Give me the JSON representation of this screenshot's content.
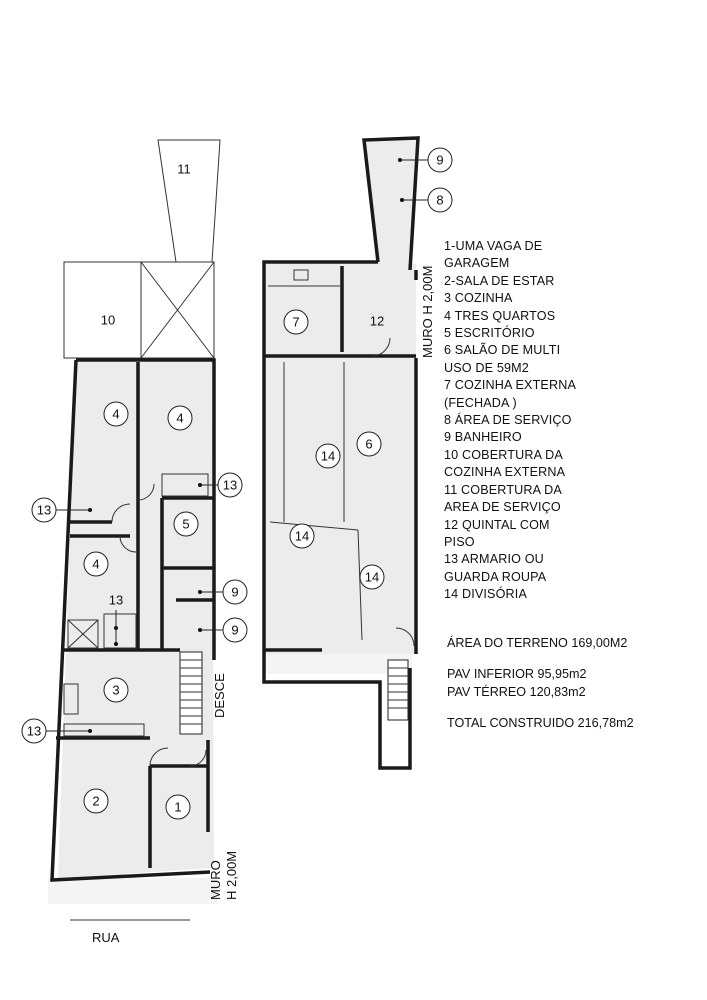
{
  "legend": [
    "1-UMA VAGA DE",
    "GARAGEM",
    "2-SALA DE ESTAR",
    "3 COZINHA",
    "4 TRES QUARTOS",
    "5 ESCRITÓRIO",
    "6 SALÃO DE MULTI",
    "USO DE 59M2",
    "7 COZINHA EXTERNA",
    "(FECHADA )",
    "8 ÁREA DE SERVIÇO",
    "9 BANHEIRO",
    "10 COBERTURA DA",
    "COZINHA EXTERNA",
    "11 COBERTURA DA",
    "AREA DE SERVIÇO",
    "12 QUINTAL COM",
    "PISO",
    "13 ARMARIO OU",
    "GUARDA ROUPA",
    "14 DIVISÓRIA"
  ],
  "areas": {
    "terreno": "ÁREA DO TERRENO 169,00M2",
    "inferior": "PAV INFERIOR 95,95m2",
    "terreo": "PAV TÉRREO 120,83m2",
    "total": "TOTAL CONSTRUIDO 216,78m2"
  },
  "labels": {
    "rua": "RUA",
    "desce": "DESCE",
    "muro_left_1": "MURO",
    "muro_left_2": "H 2,00M",
    "muro_right": "MURO H 2,00M"
  },
  "rooms": {
    "r1": "1",
    "r2": "2",
    "r3": "3",
    "r4a": "4",
    "r4b": "4",
    "r4c": "4",
    "r5": "5",
    "r10": "10",
    "r11": "11",
    "r13a": "13",
    "r13b": "13",
    "r13c": "13",
    "r13d": "13",
    "r9a": "9",
    "r9b": "9",
    "u7": "7",
    "u12": "12",
    "u6": "6",
    "u14a": "14",
    "u14b": "14",
    "u14c": "14",
    "u9": "9",
    "u8": "8"
  }
}
